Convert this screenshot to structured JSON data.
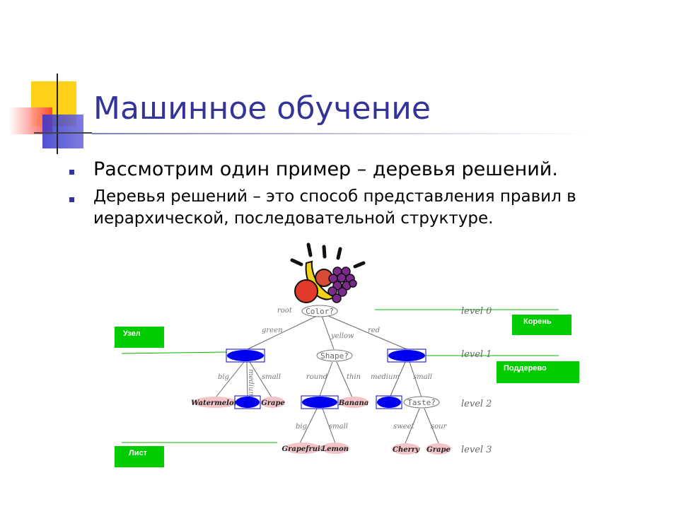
{
  "slide": {
    "title": "Машинное обучение",
    "bullets": [
      "Рассмотрим один пример – деревья решений.",
      "Деревья решений – это способ представления правил в иерархической, последовательной структуре."
    ]
  },
  "tree": {
    "root_label": "root",
    "root_node": "Color?",
    "branch_green": "green",
    "branch_yellow": "yellow",
    "branch_red": "red",
    "shape_node": "Shape?",
    "branch_big": "big",
    "branch_medium": "medium",
    "branch_small": "small",
    "branch_round": "round",
    "branch_thin": "thin",
    "branch_medium_red": "medium",
    "branch_small_red": "small",
    "leaf_watermelon": "Watermelon",
    "leaf_grape": "Grape",
    "leaf_banana": "Banana",
    "taste_node": "Taste?",
    "branch_big2": "big",
    "branch_small2": "small",
    "branch_sweet": "sweet",
    "branch_sour": "sour",
    "leaf_grapefruit": "Grapefruit",
    "leaf_lemon": "Lemon",
    "leaf_cherry": "Cherry",
    "leaf_grape2": "Grape",
    "levels": [
      "level 0",
      "level 1",
      "level 2",
      "level 3"
    ]
  },
  "callouts": {
    "node": "Узел",
    "root": "Корень",
    "subtree": "Поддерево",
    "leaf": "Лист"
  },
  "colors": {
    "title": "#333399",
    "callout_box": "#00cc00",
    "leaf_fill": "#f2c4c8",
    "highlight_node": "#0000ee"
  }
}
